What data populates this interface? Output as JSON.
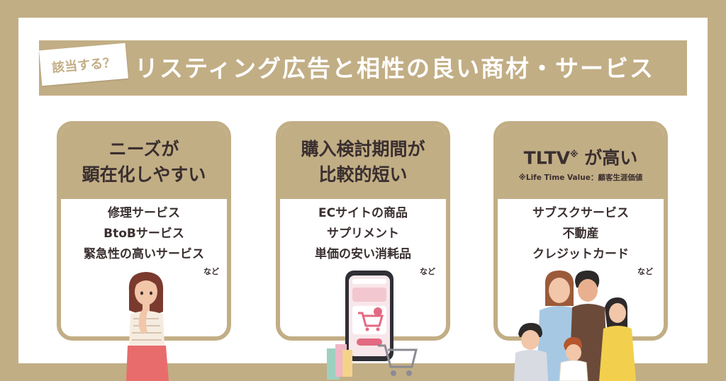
{
  "banner": {
    "tag": "該当する？",
    "title": "リスティング広告と相性の良い商材・サービス"
  },
  "cards": [
    {
      "title_lines": [
        "ニーズが",
        "顕在化しやすい"
      ],
      "items": [
        "修理サービス",
        "BtoBサービス",
        "緊急性の高いサービス"
      ],
      "etc": "など"
    },
    {
      "title_lines": [
        "購入検討期間が",
        "比較的短い"
      ],
      "items": [
        "ECサイトの商品",
        "サプリメント",
        "単価の安い消耗品"
      ],
      "etc": "など"
    },
    {
      "title_main": "TLTV",
      "title_mark": "※",
      "title_suffix": " が高い",
      "note": "※Life Time Value：顧客生涯価値",
      "items": [
        "サブスクサービス",
        "不動産",
        "クレジットカード"
      ],
      "etc": "など"
    }
  ],
  "icons": {
    "illustration_1": "worried-woman-illustration",
    "illustration_2": "smartphone-shopping-illustration",
    "illustration_3": "family-illustration"
  },
  "colors": {
    "accent": "#c2ae85",
    "text": "#3a2f2f",
    "background": "#ffffff"
  }
}
